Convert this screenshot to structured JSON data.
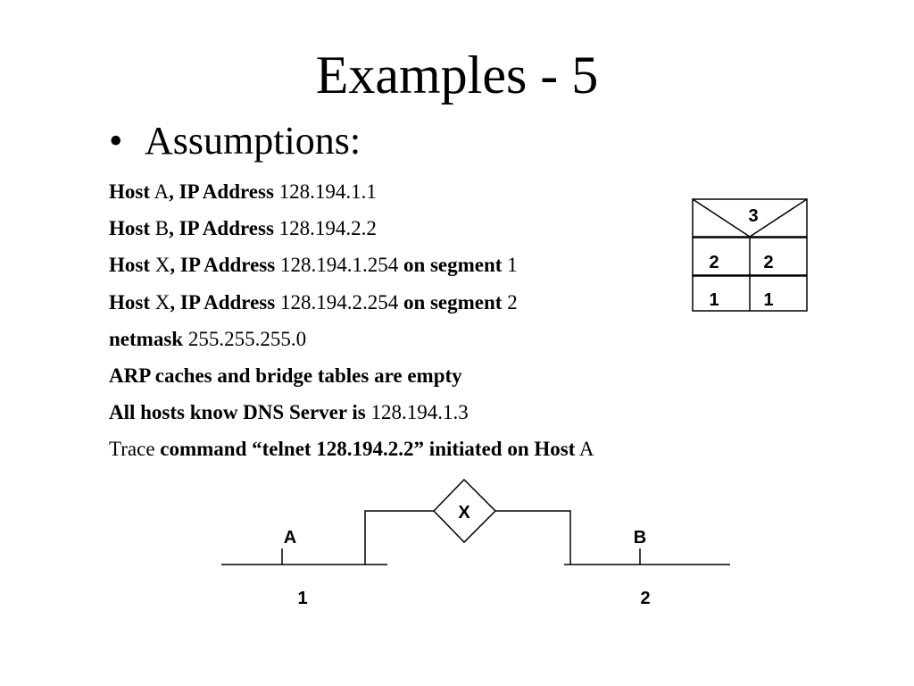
{
  "title": "Examples - 5",
  "bullet": {
    "symbol": "•",
    "heading": "Assumptions:"
  },
  "assumptions": [
    [
      {
        "text": "Host",
        "bold": true
      },
      {
        "text": " A",
        "bold": false
      },
      {
        "text": ", IP Address",
        "bold": true
      },
      {
        "text": " 128.194.1.1",
        "bold": false
      }
    ],
    [
      {
        "text": "Host",
        "bold": true
      },
      {
        "text": " B",
        "bold": false
      },
      {
        "text": ", IP Address",
        "bold": true
      },
      {
        "text": " 128.194.2.2",
        "bold": false
      }
    ],
    [
      {
        "text": "Host",
        "bold": true
      },
      {
        "text": " X",
        "bold": false
      },
      {
        "text": ", IP Address",
        "bold": true
      },
      {
        "text": " 128.194.1.254",
        "bold": false
      },
      {
        "text": " on segment",
        "bold": true
      },
      {
        "text": " 1",
        "bold": false
      }
    ],
    [
      {
        "text": "Host",
        "bold": true
      },
      {
        "text": " X",
        "bold": false
      },
      {
        "text": ", IP Address",
        "bold": true
      },
      {
        "text": " 128.194.2.254",
        "bold": false
      },
      {
        "text": " on segment",
        "bold": true
      },
      {
        "text": " 2",
        "bold": false
      }
    ],
    [
      {
        "text": "netmask",
        "bold": true
      },
      {
        "text": " 255.255.255.0",
        "bold": false
      }
    ],
    [
      {
        "text": "ARP caches and bridge tables are empty",
        "bold": true
      }
    ],
    [
      {
        "text": "All hosts know DNS Server is",
        "bold": true
      },
      {
        "text": " 128.194.1.3",
        "bold": false
      }
    ],
    [
      {
        "text": "Trace",
        "bold": false
      },
      {
        "text": " command “telnet 128.194.2.2” initiated on Host",
        "bold": true
      },
      {
        "text": " A",
        "bold": false
      }
    ]
  ],
  "legend_box": {
    "header": "3",
    "rows": [
      [
        "2",
        "2"
      ],
      [
        "1",
        "1"
      ]
    ]
  },
  "network": {
    "router_label": "X",
    "host_a_label": "A",
    "host_b_label": "B",
    "segment_1_label": "1",
    "segment_2_label": "2"
  }
}
